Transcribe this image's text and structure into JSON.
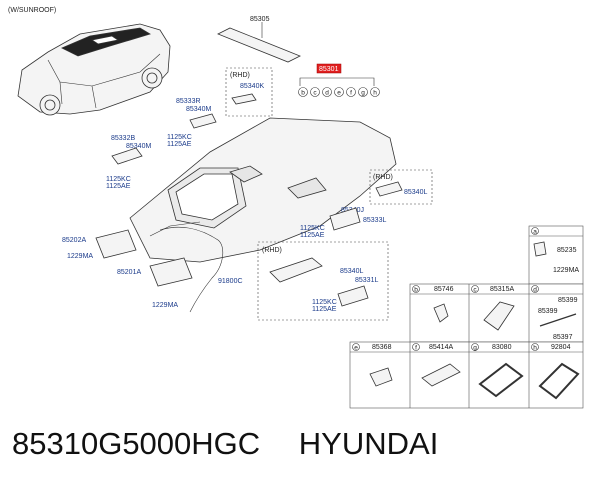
{
  "note_top": "(W/SUNROOF)",
  "rhd": "(RHD)",
  "labels": {
    "p85305": "85305",
    "p85301": "85301",
    "p85340K": "85340K",
    "p85333R": "85333R",
    "p85340M_a": "85340M",
    "p1125KC_a": "1125KC",
    "p1125AE_a": "1125AE",
    "p85332B": "85332B",
    "p85340M_b": "85340M",
    "p1125KC_b": "1125KC",
    "p1125AE_b": "1125AE",
    "p85340L": "85340L",
    "p85340J": "85340J",
    "p85333L": "85333L",
    "p1125KC_c": "1125KC",
    "p1125AE_c": "1125AE",
    "p85202A": "85202A",
    "p1229MA_a": "1229MA",
    "p85201A": "85201A",
    "p91800C": "91800C",
    "p1229MA_b": "1229MA",
    "p85340L_b": "85340L",
    "p85331L": "85331L",
    "p1125KC_d": "1125KC",
    "p1125AE_d": "1125AE"
  },
  "callouts": [
    "b",
    "c",
    "d",
    "e",
    "f",
    "g",
    "h"
  ],
  "grid": {
    "a_cell": {
      "letter": "a",
      "parts": [
        "85235",
        "1229MA"
      ]
    },
    "row1": [
      {
        "letter": "b",
        "part": "85746"
      },
      {
        "letter": "c",
        "part": "85315A"
      },
      {
        "letter": "d",
        "parts": [
          "85399",
          "85399",
          "85397"
        ]
      }
    ],
    "row2": [
      {
        "letter": "e",
        "part": "85368"
      },
      {
        "letter": "f",
        "part": "85414A"
      },
      {
        "letter": "g",
        "part": "83080"
      },
      {
        "letter": "h",
        "part": "92804"
      }
    ]
  },
  "footer": {
    "part_number": "85310G5000HGC",
    "brand": "HYUNDAI"
  }
}
